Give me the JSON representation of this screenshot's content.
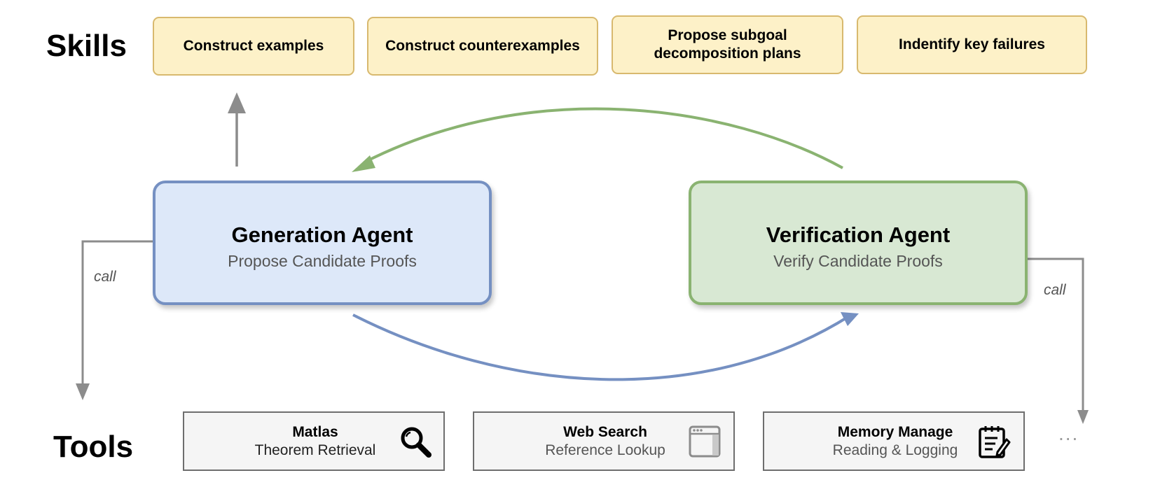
{
  "sections": {
    "skills_label": "Skills",
    "tools_label": "Tools"
  },
  "skills": [
    {
      "label": "Construct examples"
    },
    {
      "label": "Construct counterexamples"
    },
    {
      "label": "Propose subgoal\ndecomposition plans"
    },
    {
      "label": "Indentify key failures"
    }
  ],
  "agents": {
    "generation": {
      "title": "Generation Agent",
      "subtitle": "Propose Candidate Proofs"
    },
    "verification": {
      "title": "Verification Agent",
      "subtitle": "Verify Candidate Proofs"
    }
  },
  "call_labels": {
    "left": "call",
    "right": "call"
  },
  "tools": [
    {
      "name": "Matlas",
      "subtitle": "Theorem Retrieval",
      "icon": "magnifier-icon"
    },
    {
      "name": "Web Search",
      "subtitle": "Reference Lookup",
      "icon": "browser-window-icon"
    },
    {
      "name": "Memory Manage",
      "subtitle": "Reading & Logging",
      "icon": "notepad-pencil-icon"
    }
  ],
  "more_tools": "...",
  "colors": {
    "skill_fill": "#fdf1c8",
    "skill_border": "#d8b96e",
    "generation_fill": "#dde8f9",
    "generation_border": "#7590c2",
    "verification_fill": "#d8e8d3",
    "verification_border": "#8ab371",
    "tool_fill": "#f5f5f5",
    "tool_border": "#6e6e6e",
    "connector_gray": "#8c8c8c"
  }
}
